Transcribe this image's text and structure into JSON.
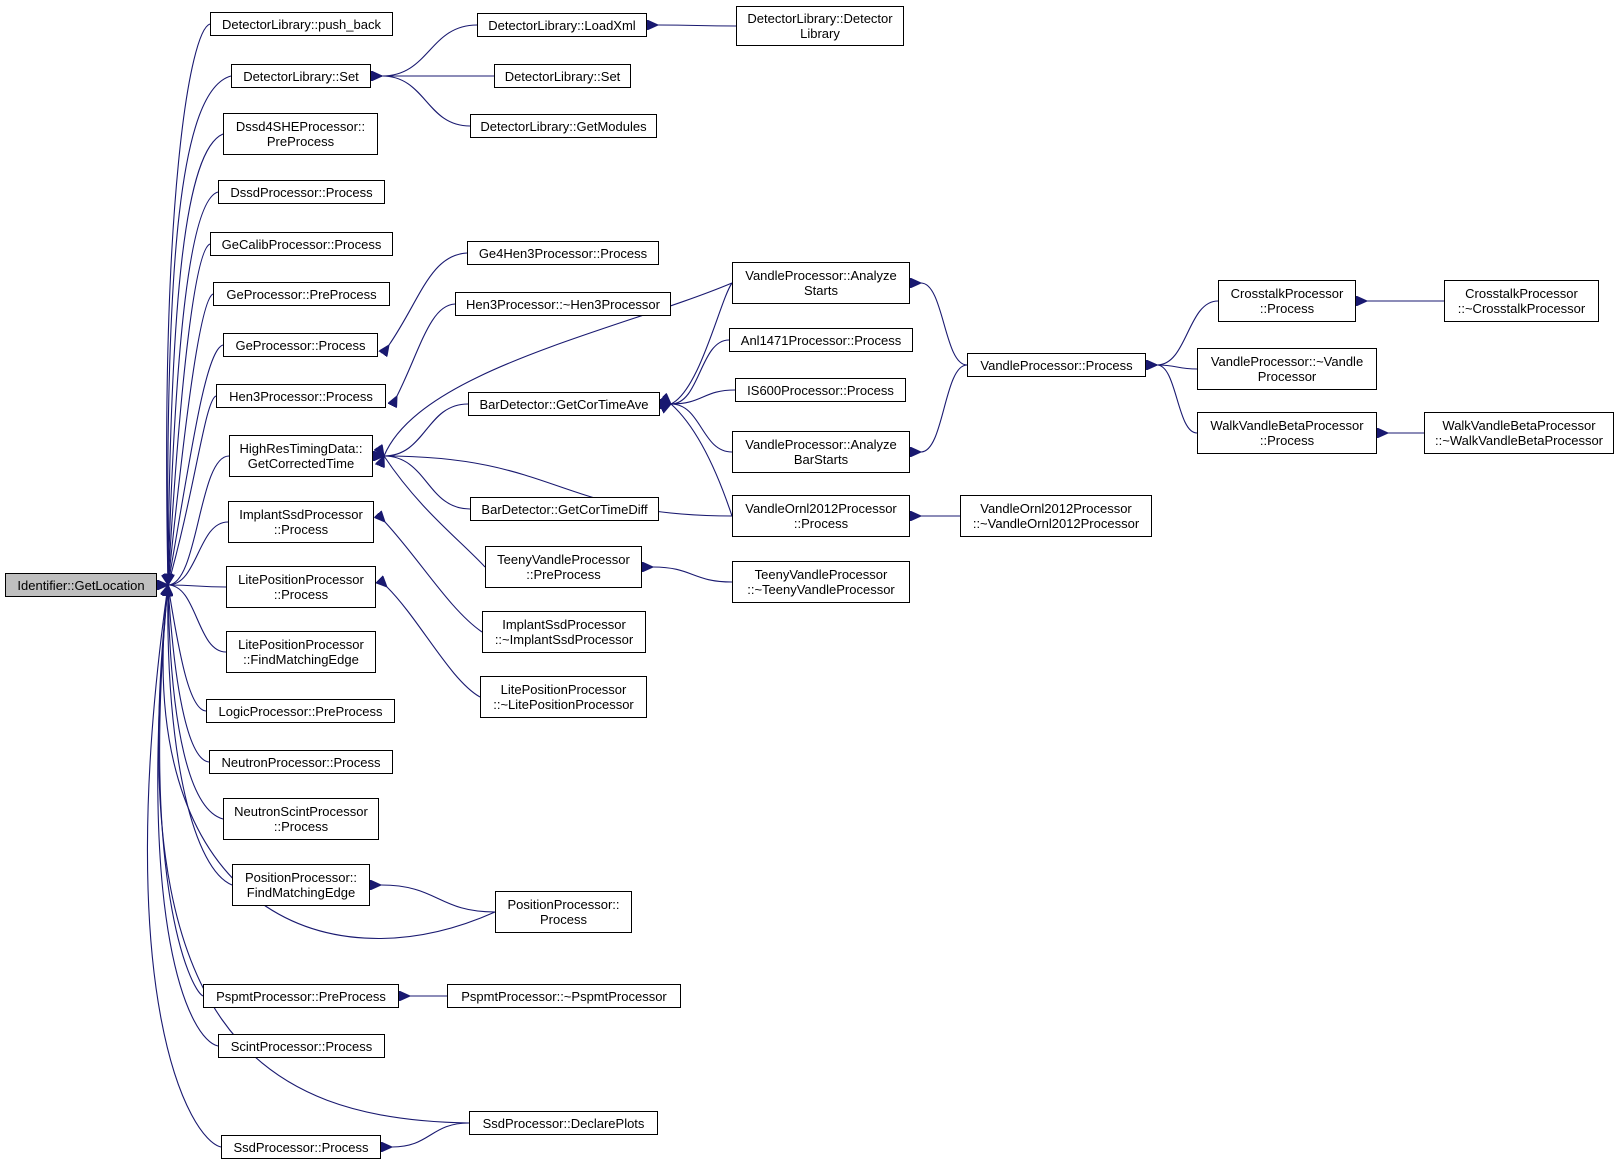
{
  "graph": {
    "edge_color": "#191970",
    "root_fill": "#bfbfbf",
    "nodes": [
      {
        "id": "root",
        "label": "Identifier::GetLocation",
        "root": true
      },
      {
        "id": "dl_push",
        "label": "DetectorLibrary::push_back"
      },
      {
        "id": "dl_set",
        "label": "DetectorLibrary::Set"
      },
      {
        "id": "dssd4",
        "label": "Dssd4SHEProcessor::\nPreProcess"
      },
      {
        "id": "dssd",
        "label": "DssdProcessor::Process"
      },
      {
        "id": "gecalib",
        "label": "GeCalibProcessor::Process"
      },
      {
        "id": "ge_pre",
        "label": "GeProcessor::PreProcess"
      },
      {
        "id": "ge_proc",
        "label": "GeProcessor::Process"
      },
      {
        "id": "hen3",
        "label": "Hen3Processor::Process"
      },
      {
        "id": "hrtd",
        "label": "HighResTimingData::\nGetCorrectedTime"
      },
      {
        "id": "implant",
        "label": "ImplantSsdProcessor\n::Process"
      },
      {
        "id": "litepos",
        "label": "LitePositionProcessor\n::Process"
      },
      {
        "id": "litepos_fme",
        "label": "LitePositionProcessor\n::FindMatchingEdge"
      },
      {
        "id": "logic",
        "label": "LogicProcessor::PreProcess"
      },
      {
        "id": "neutron",
        "label": "NeutronProcessor::Process"
      },
      {
        "id": "nscint",
        "label": "NeutronScintProcessor\n::Process"
      },
      {
        "id": "pos_fme",
        "label": "PositionProcessor::\nFindMatchingEdge"
      },
      {
        "id": "pspmt",
        "label": "PspmtProcessor::PreProcess"
      },
      {
        "id": "scint",
        "label": "ScintProcessor::Process"
      },
      {
        "id": "ssd",
        "label": "SsdProcessor::Process"
      },
      {
        "id": "dl_loadxml",
        "label": "DetectorLibrary::LoadXml"
      },
      {
        "id": "dl_set2",
        "label": "DetectorLibrary::Set"
      },
      {
        "id": "dl_getmod",
        "label": "DetectorLibrary::GetModules"
      },
      {
        "id": "dl_ctor",
        "label": "DetectorLibrary::Detector\nLibrary"
      },
      {
        "id": "ge4hen3",
        "label": "Ge4Hen3Processor::Process"
      },
      {
        "id": "hen3_dtor",
        "label": "Hen3Processor::~Hen3Processor"
      },
      {
        "id": "bar_ave",
        "label": "BarDetector::GetCorTimeAve"
      },
      {
        "id": "bar_diff",
        "label": "BarDetector::GetCorTimeDiff"
      },
      {
        "id": "teeny_pre",
        "label": "TeenyVandleProcessor\n::PreProcess"
      },
      {
        "id": "implant_dtor",
        "label": "ImplantSsdProcessor\n::~ImplantSsdProcessor"
      },
      {
        "id": "litepos_dtor",
        "label": "LitePositionProcessor\n::~LitePositionProcessor"
      },
      {
        "id": "pos_proc",
        "label": "PositionProcessor::\nProcess"
      },
      {
        "id": "pspmt_dtor",
        "label": "PspmtProcessor::~PspmtProcessor"
      },
      {
        "id": "ssd_plots",
        "label": "SsdProcessor::DeclarePlots"
      },
      {
        "id": "vandle_as",
        "label": "VandleProcessor::Analyze\nStarts"
      },
      {
        "id": "anl1471",
        "label": "Anl1471Processor::Process"
      },
      {
        "id": "is600",
        "label": "IS600Processor::Process"
      },
      {
        "id": "vandle_abs",
        "label": "VandleProcessor::Analyze\nBarStarts"
      },
      {
        "id": "vornl_proc",
        "label": "VandleOrnl2012Processor\n::Process"
      },
      {
        "id": "teeny_dtor",
        "label": "TeenyVandleProcessor\n::~TeenyVandleProcessor"
      },
      {
        "id": "vandle_proc",
        "label": "VandleProcessor::Process"
      },
      {
        "id": "vornl_dtor",
        "label": "VandleOrnl2012Processor\n::~VandleOrnl2012Processor"
      },
      {
        "id": "cross_proc",
        "label": "CrosstalkProcessor\n::Process"
      },
      {
        "id": "vandle_dtor",
        "label": "VandleProcessor::~Vandle\nProcessor"
      },
      {
        "id": "walk_proc",
        "label": "WalkVandleBetaProcessor\n::Process"
      },
      {
        "id": "cross_dtor",
        "label": "CrosstalkProcessor\n::~CrosstalkProcessor"
      },
      {
        "id": "walk_dtor",
        "label": "WalkVandleBetaProcessor\n::~WalkVandleBetaProcessor"
      }
    ],
    "edges": [
      {
        "from": "dl_push",
        "to": "root"
      },
      {
        "from": "dl_set",
        "to": "root"
      },
      {
        "from": "dssd4",
        "to": "root"
      },
      {
        "from": "dssd",
        "to": "root"
      },
      {
        "from": "gecalib",
        "to": "root"
      },
      {
        "from": "ge_pre",
        "to": "root"
      },
      {
        "from": "ge_proc",
        "to": "root"
      },
      {
        "from": "hen3",
        "to": "root"
      },
      {
        "from": "hrtd",
        "to": "root"
      },
      {
        "from": "implant",
        "to": "root"
      },
      {
        "from": "litepos",
        "to": "root"
      },
      {
        "from": "litepos_fme",
        "to": "root"
      },
      {
        "from": "logic",
        "to": "root"
      },
      {
        "from": "neutron",
        "to": "root"
      },
      {
        "from": "nscint",
        "to": "root"
      },
      {
        "from": "pos_fme",
        "to": "root"
      },
      {
        "from": "pos_proc",
        "to": "root"
      },
      {
        "from": "pspmt",
        "to": "root"
      },
      {
        "from": "scint",
        "to": "root"
      },
      {
        "from": "ssd_plots",
        "to": "root"
      },
      {
        "from": "ssd",
        "to": "root"
      },
      {
        "from": "dl_loadxml",
        "to": "dl_set"
      },
      {
        "from": "dl_set2",
        "to": "dl_set"
      },
      {
        "from": "dl_getmod",
        "to": "dl_set"
      },
      {
        "from": "dl_ctor",
        "to": "dl_loadxml"
      },
      {
        "from": "ge4hen3",
        "to": "ge_proc"
      },
      {
        "from": "hen3_dtor",
        "to": "hen3"
      },
      {
        "from": "vandle_as",
        "to": "hrtd"
      },
      {
        "from": "bar_ave",
        "to": "hrtd"
      },
      {
        "from": "vornl_proc",
        "to": "hrtd"
      },
      {
        "from": "bar_diff",
        "to": "hrtd"
      },
      {
        "from": "teeny_pre",
        "to": "hrtd"
      },
      {
        "from": "implant_dtor",
        "to": "implant"
      },
      {
        "from": "litepos_dtor",
        "to": "litepos"
      },
      {
        "from": "pos_proc",
        "to": "pos_fme"
      },
      {
        "from": "pspmt_dtor",
        "to": "pspmt"
      },
      {
        "from": "ssd_plots",
        "to": "ssd"
      },
      {
        "from": "vandle_as",
        "to": "bar_ave"
      },
      {
        "from": "anl1471",
        "to": "bar_ave"
      },
      {
        "from": "is600",
        "to": "bar_ave"
      },
      {
        "from": "vandle_abs",
        "to": "bar_ave"
      },
      {
        "from": "vornl_proc",
        "to": "bar_ave"
      },
      {
        "from": "teeny_dtor",
        "to": "teeny_pre"
      },
      {
        "from": "vandle_proc",
        "to": "vandle_as"
      },
      {
        "from": "vandle_proc",
        "to": "vandle_abs"
      },
      {
        "from": "vornl_dtor",
        "to": "vornl_proc"
      },
      {
        "from": "cross_proc",
        "to": "vandle_proc"
      },
      {
        "from": "vandle_dtor",
        "to": "vandle_proc"
      },
      {
        "from": "walk_proc",
        "to": "vandle_proc"
      },
      {
        "from": "cross_dtor",
        "to": "cross_proc"
      },
      {
        "from": "walk_dtor",
        "to": "walk_proc"
      }
    ]
  }
}
